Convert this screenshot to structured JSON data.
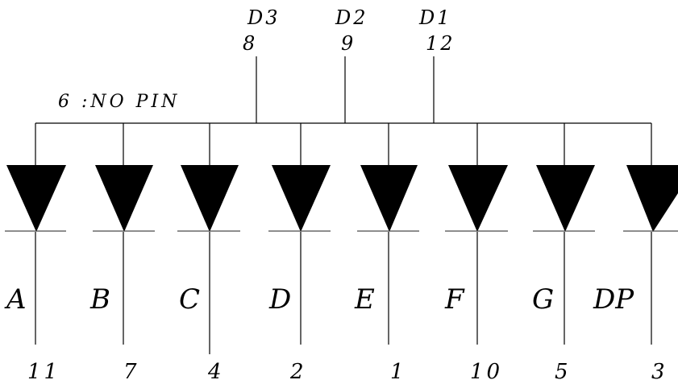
{
  "note": "6 :NO PIN",
  "digits": [
    {
      "name": "D3",
      "pin": "8"
    },
    {
      "name": "D2",
      "pin": "9"
    },
    {
      "name": "D1",
      "pin": "12"
    }
  ],
  "segments": [
    {
      "label": "A",
      "pin": "11"
    },
    {
      "label": "B",
      "pin": "7"
    },
    {
      "label": "C",
      "pin": "4"
    },
    {
      "label": "D",
      "pin": "2"
    },
    {
      "label": "E",
      "pin": "1"
    },
    {
      "label": "F",
      "pin": "10"
    },
    {
      "label": "G",
      "pin": "5"
    },
    {
      "label": "DP",
      "pin": "3"
    }
  ]
}
